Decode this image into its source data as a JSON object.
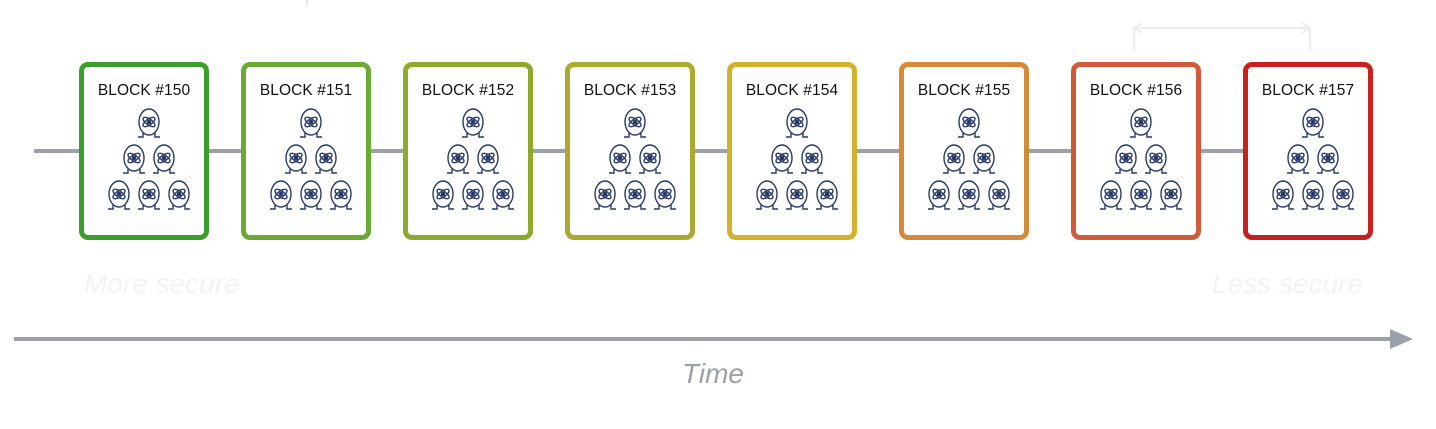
{
  "blocks": [
    {
      "label": "BLOCK #150",
      "color": "#3a9f2a"
    },
    {
      "label": "BLOCK #151",
      "color": "#6aaa32"
    },
    {
      "label": "BLOCK #152",
      "color": "#8daa2c"
    },
    {
      "label": "BLOCK #153",
      "color": "#aba92e"
    },
    {
      "label": "BLOCK #154",
      "color": "#d4b12a"
    },
    {
      "label": "BLOCK #155",
      "color": "#d58a3a"
    },
    {
      "label": "BLOCK #156",
      "color": "#d15a38"
    },
    {
      "label": "BLOCK #157",
      "color": "#c8201e"
    }
  ],
  "labels": {
    "more_secure": "More secure",
    "less_secure": "Less secure",
    "time": "Time"
  },
  "icon": "transaction-glyph-icon",
  "colors": {
    "line": "#9aa1ab",
    "glyph": "#2a3a66"
  }
}
